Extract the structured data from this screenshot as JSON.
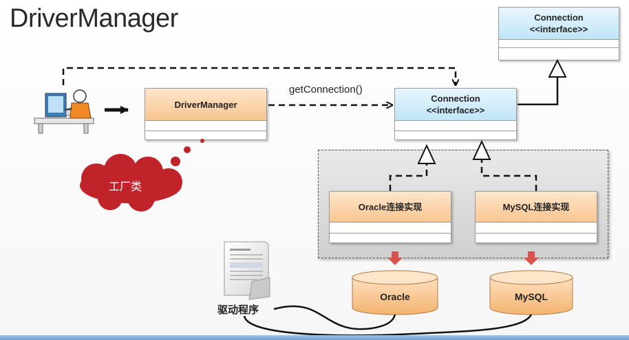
{
  "title": "DriverManager",
  "boxes": {
    "driver_manager": "DriverManager",
    "connection_main": {
      "line1": "Connection",
      "line2": "<<interface>>"
    },
    "connection_top": {
      "line1": "Connection",
      "line2": "<<interface>>"
    },
    "oracle_impl": "Oracle连接实现",
    "mysql_impl": "MySQL连接实现"
  },
  "labels": {
    "get_connection": "getConnection()",
    "factory_class": "工厂类",
    "driver_program": "驱动程序"
  },
  "databases": {
    "oracle": "Oracle",
    "mysql": "MySQL"
  },
  "colors": {
    "orange_fill": "#f9c58f",
    "blue_fill": "#bfe5f7",
    "cloud": "#c0242a",
    "down_arrow": "#d9534f"
  },
  "icons": [
    "user-at-computer-icon",
    "document-icon",
    "database-icon"
  ]
}
